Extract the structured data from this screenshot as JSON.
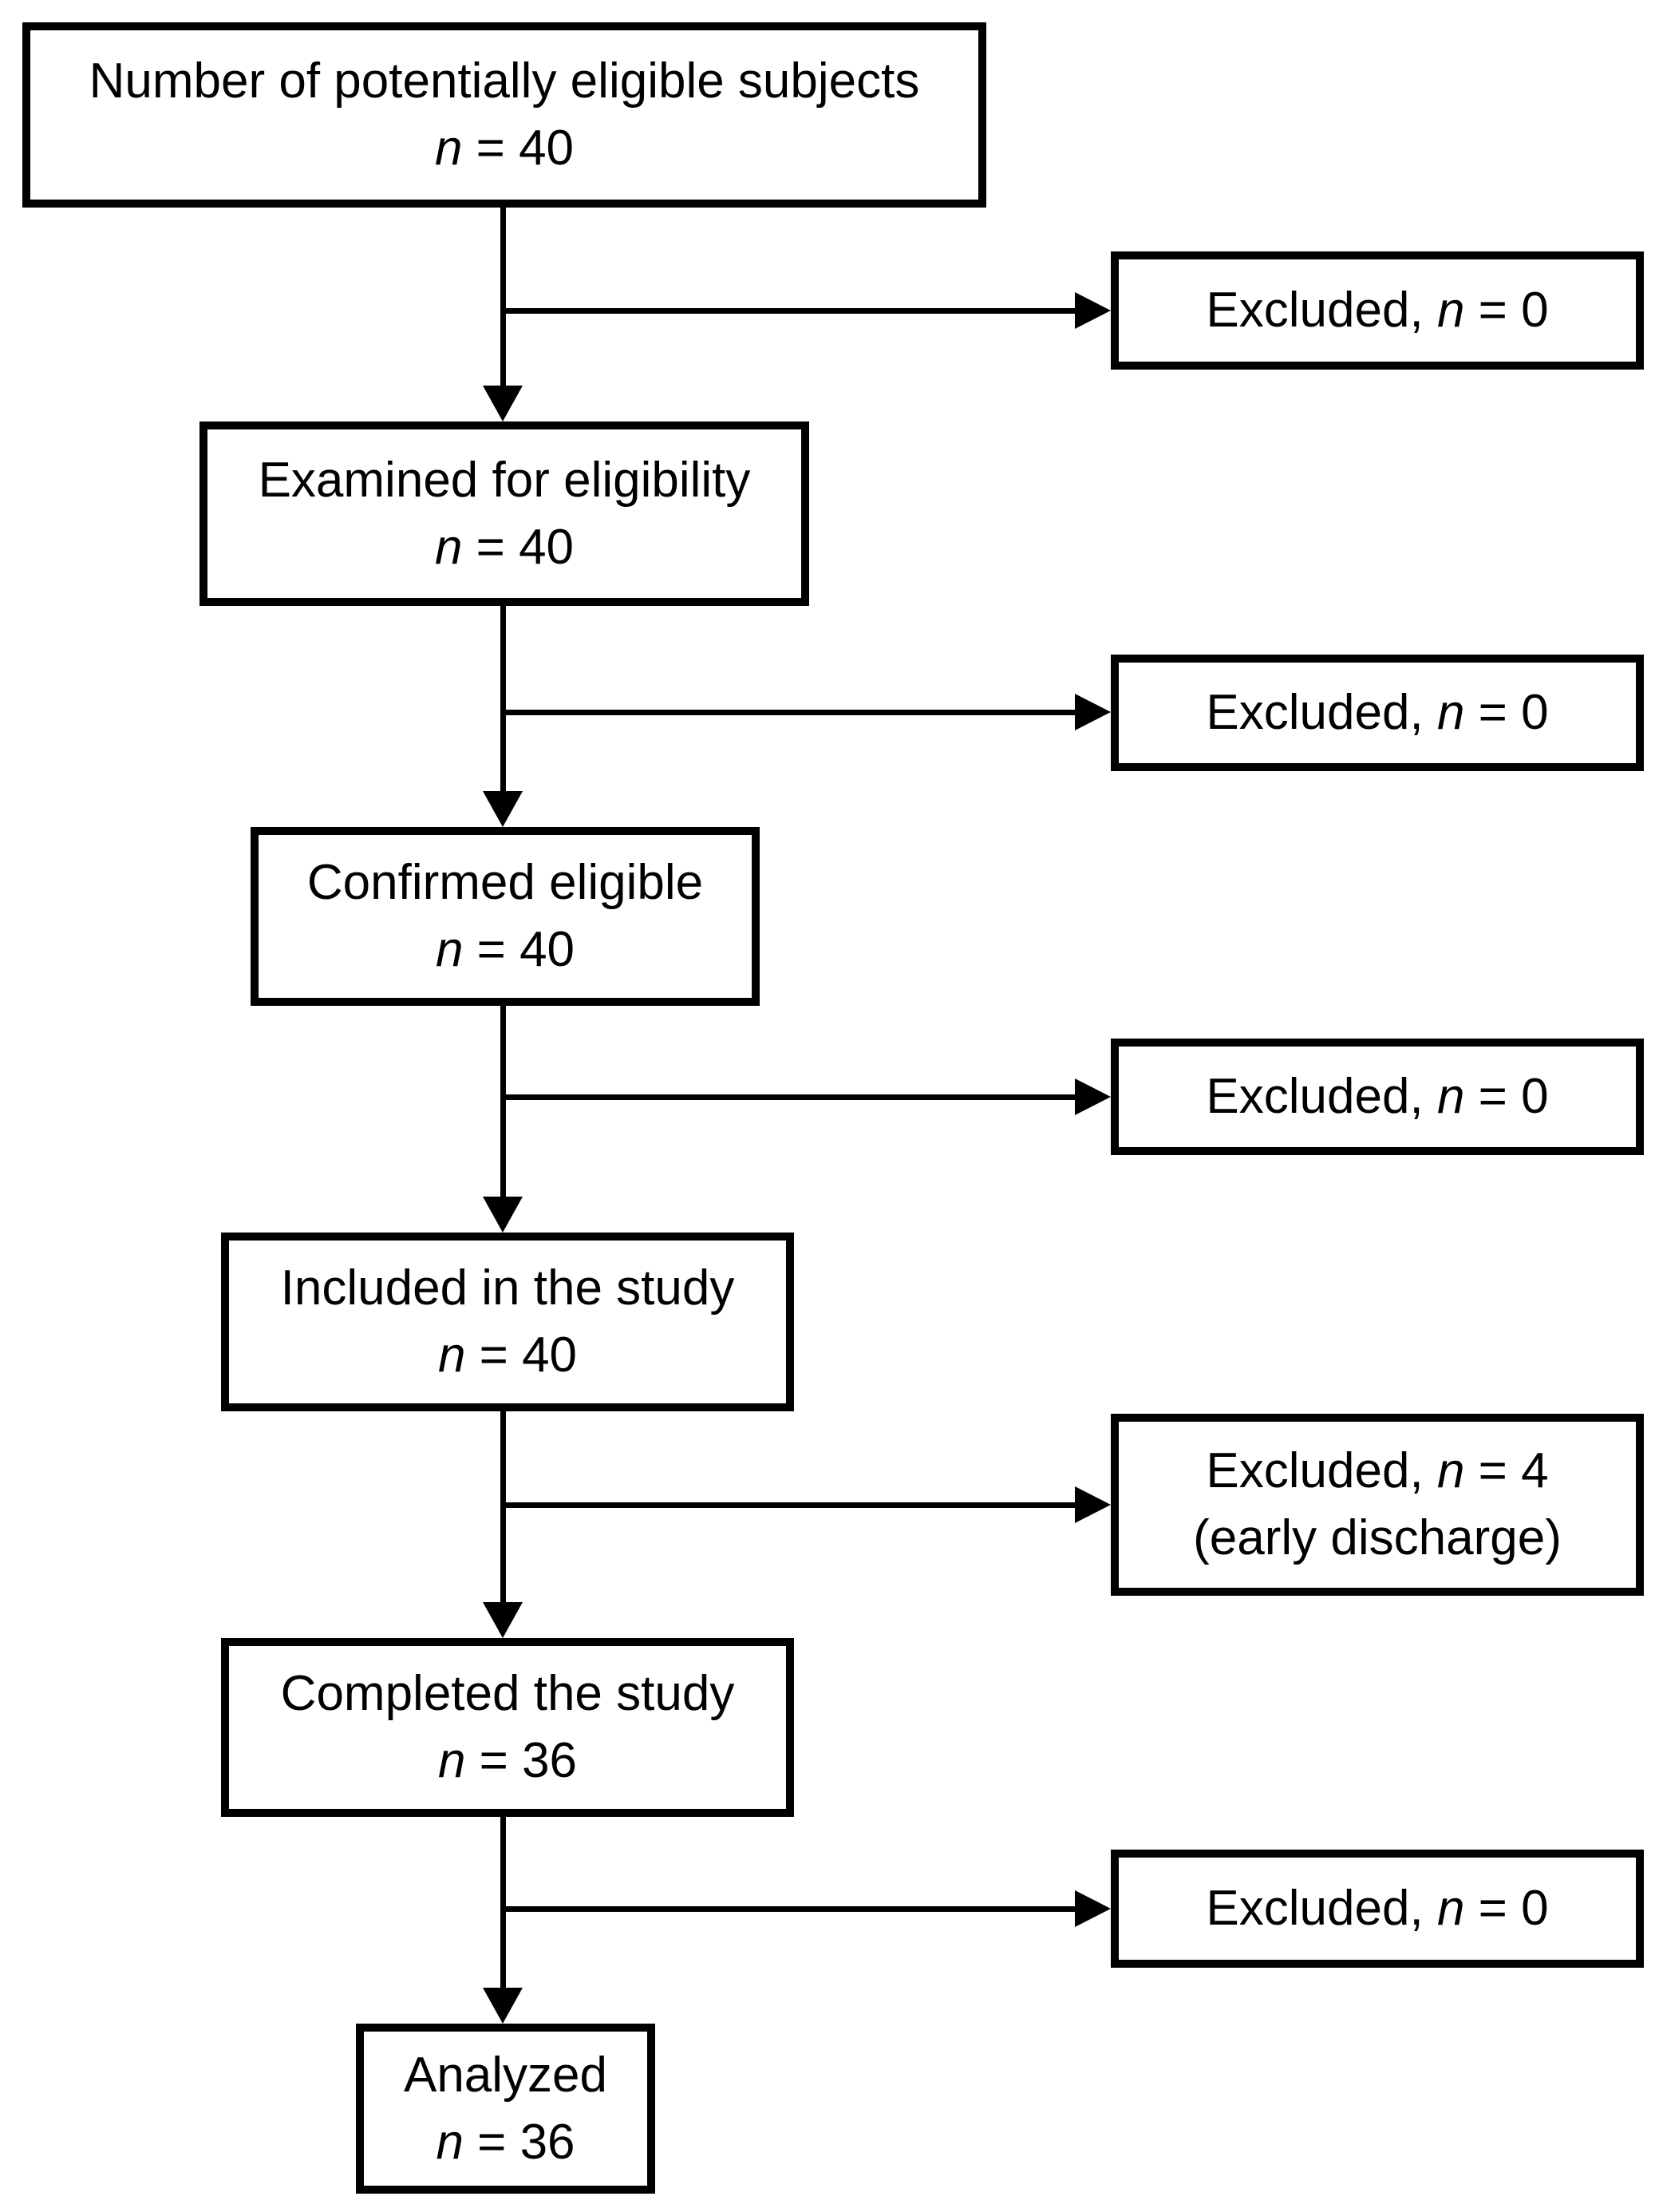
{
  "figure": {
    "type": "subject-flow-diagram",
    "colors": {
      "background": "#ffffff",
      "line": "#000000",
      "text": "#000000"
    },
    "main_flow": [
      {
        "label": "Number of potentially eligible subjects",
        "n_symbol": "n",
        "n_rest": " = 40"
      },
      {
        "label": "Examined for eligibility",
        "n_symbol": "n",
        "n_rest": " = 40"
      },
      {
        "label": "Confirmed eligible",
        "n_symbol": "n",
        "n_rest": " = 40"
      },
      {
        "label": "Included in the study",
        "n_symbol": "n",
        "n_rest": " = 40"
      },
      {
        "label": "Completed the study",
        "n_symbol": "n",
        "n_rest": " = 36"
      },
      {
        "label": "Analyzed",
        "n_symbol": "n",
        "n_rest": " = 36"
      }
    ],
    "exclusions": [
      {
        "label": "Excluded, ",
        "n_symbol": "n",
        "n_rest": " = 0",
        "note": ""
      },
      {
        "label": "Excluded, ",
        "n_symbol": "n",
        "n_rest": " = 0",
        "note": ""
      },
      {
        "label": "Excluded, ",
        "n_symbol": "n",
        "n_rest": " = 0",
        "note": ""
      },
      {
        "label": "Excluded, ",
        "n_symbol": "n",
        "n_rest": " = 4",
        "note": "(early discharge)"
      },
      {
        "label": "Excluded, ",
        "n_symbol": "n",
        "n_rest": " = 0",
        "note": ""
      }
    ]
  }
}
